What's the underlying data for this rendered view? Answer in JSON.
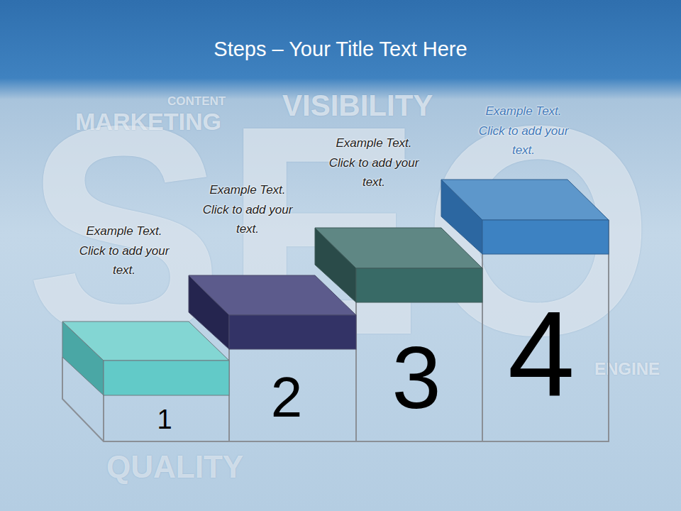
{
  "diagram": {
    "title": "Steps – Your Title Text Here",
    "nodes": [
      {
        "text": [
          "Example Text. Click to add your text.",
          "1"
        ]
      },
      {
        "text": [
          "Example Text. Click to add your text.",
          "2"
        ]
      },
      {
        "text": [
          "Example Text. Click to add your text.",
          "3"
        ]
      },
      {
        "text": [
          "Example Text. Click to add your text.",
          "4"
        ]
      }
    ],
    "labels": [
      "SEO",
      "CONTENT",
      "MARKETING",
      "VISIBILITY",
      "ENGINE",
      "QUALITY"
    ]
  }
}
